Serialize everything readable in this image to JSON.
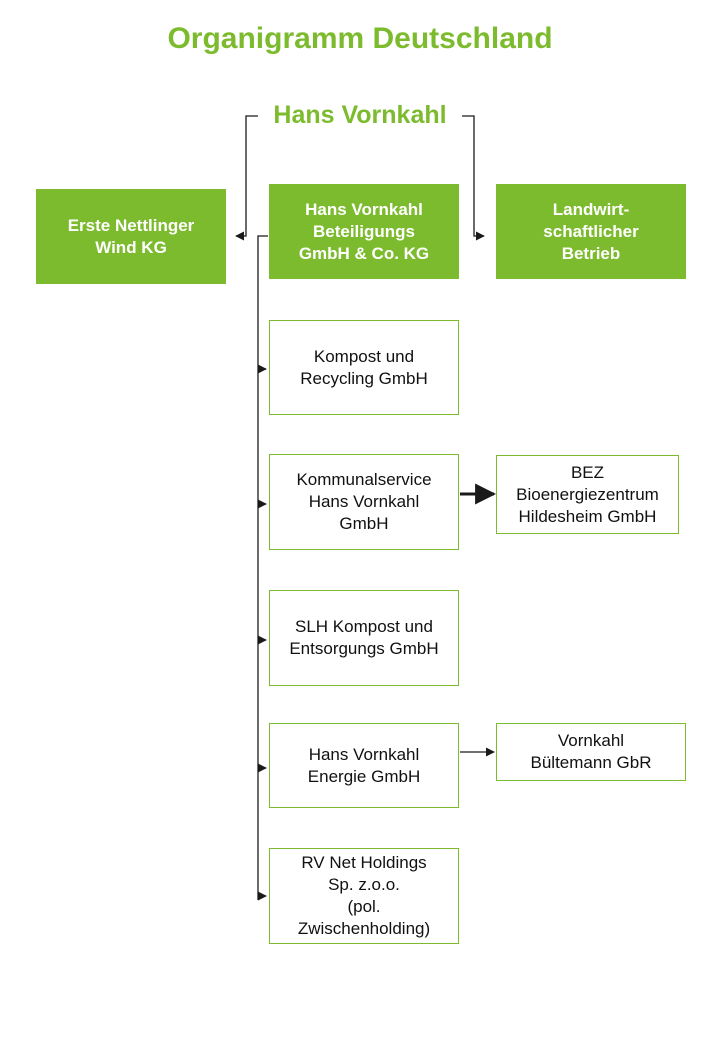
{
  "colors": {
    "accent": "#7dbb2e",
    "border": "#7dbb2e",
    "line": "#1a1a1a"
  },
  "title": "Organigramm Deutschland",
  "owner": "Hans Vornkahl",
  "top_row": {
    "left": "Erste Nettlinger\nWind KG",
    "center": "Hans Vornkahl\nBeteiligungs\nGmbH & Co. KG",
    "right": "Landwirt-\nschaftlicher\nBetrieb"
  },
  "subsidiaries": [
    "Kompost und\nRecycling GmbH",
    "Kommunalservice\nHans Vornkahl\nGmbH",
    "SLH Kompost und\nEntsorgungs GmbH",
    "Hans  Vornkahl\nEnergie  GmbH",
    "RV Net Holdings\nSp. z.o.o.\n(pol.\nZwischenholding)"
  ],
  "side_entities": {
    "bez": "BEZ\nBioenergiezentrum\nHildesheim GmbH",
    "gbr": "Vornkahl\nBültemann GbR"
  }
}
